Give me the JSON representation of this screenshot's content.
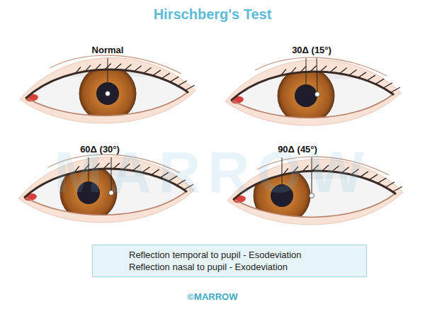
{
  "diagram": {
    "title": "Hirschberg's Test",
    "nodes": [
      {
        "text": [
          "Reflection temporal to pupil - Esodeviation",
          "Reflection nasal to pupil - Exodeviation"
        ]
      }
    ],
    "labels": [
      "Normal",
      "30Δ (15°)",
      "60Δ (30°)",
      "90Δ (45°)",
      "MARROW",
      "©MARROW"
    ]
  }
}
